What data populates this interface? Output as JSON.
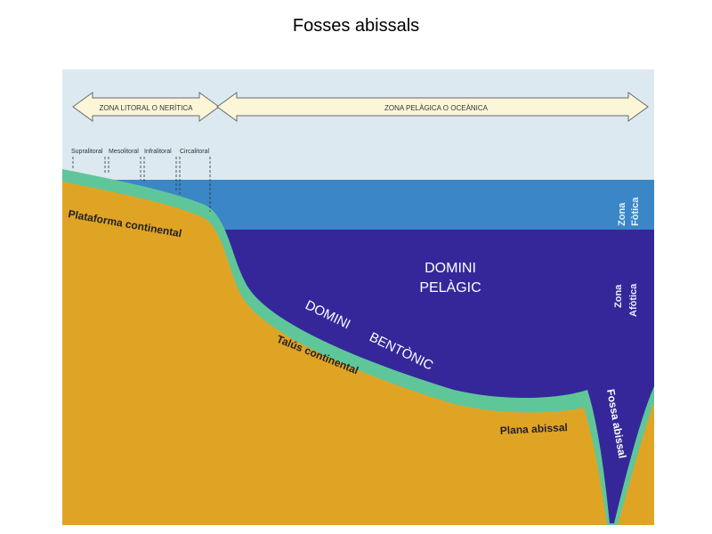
{
  "title": "Fosses abissals",
  "zones": {
    "litoral": "ZONA LITORAL O NERÍTICA",
    "pelagica": "ZONA PELÀGICA O OCEÀNICA"
  },
  "subzones": [
    "Supralitoral",
    "Mesolitoral",
    "Infralitoral",
    "Circalitoral"
  ],
  "light_zones": {
    "fotica": [
      "Zona",
      "Fòtica"
    ],
    "afotica": [
      "Zona",
      "Afòtica"
    ]
  },
  "domains": {
    "pelagic": [
      "DOMINI",
      "PELÀGIC"
    ],
    "bentonic_1": "DOMINI",
    "bentonic_2": "BENTÒNIC"
  },
  "features": {
    "plataforma": "Plataforma continental",
    "talus": "Talús continental",
    "plana": "Plana abissal",
    "fossa": "Fossa abissal"
  },
  "colors": {
    "sky": "#dce9f1",
    "photic": "#3a86c6",
    "aphotic": "#35279a",
    "seabed": "#5fc69a",
    "ground": "#e0a425"
  }
}
